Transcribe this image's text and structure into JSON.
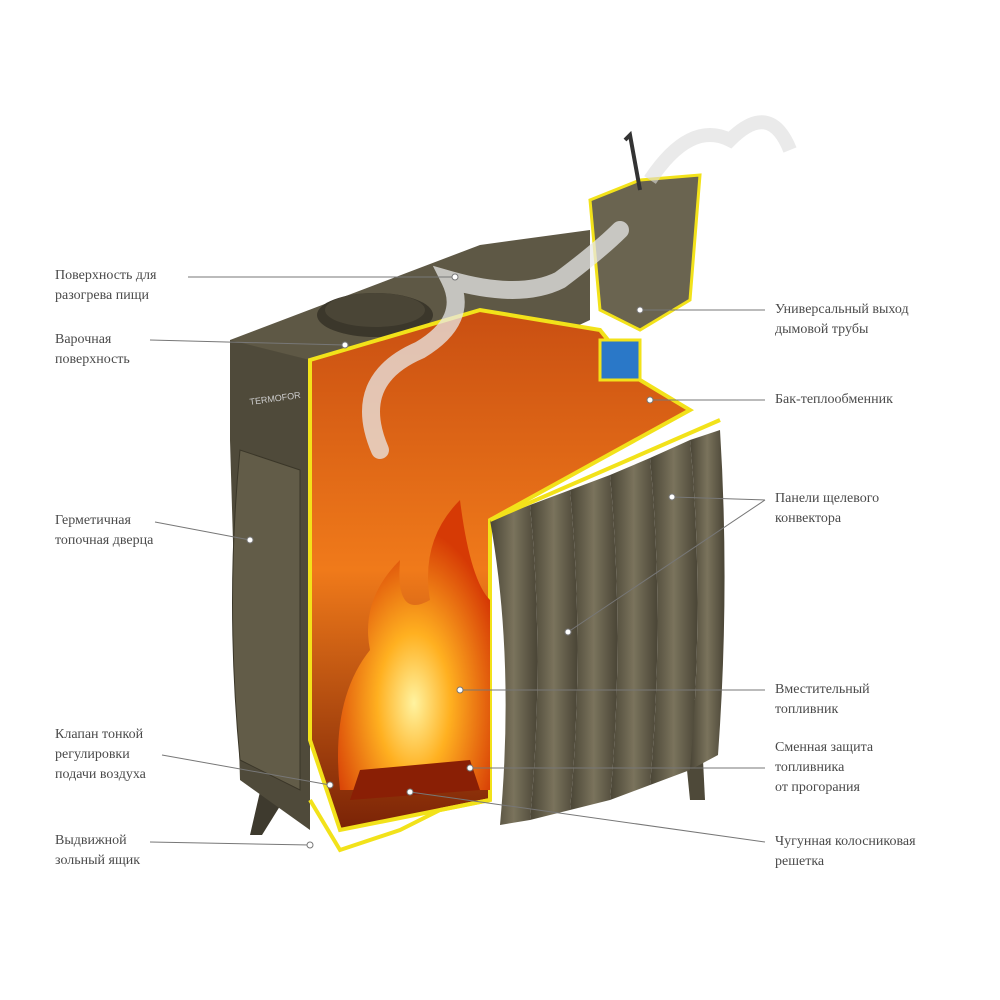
{
  "labels_left": [
    {
      "line1": "Поверхность для",
      "line2": "разогрева пищи"
    },
    {
      "line1": "Варочная",
      "line2": "поверхность"
    },
    {
      "line1": "Герметичная",
      "line2": "топочная дверца"
    },
    {
      "line1": "Клапан тонкой",
      "line2": "регулировки",
      "line3": "подачи воздуха"
    },
    {
      "line1": "Выдвижной",
      "line2": "зольный ящик"
    }
  ],
  "labels_right": [
    {
      "line1": "Универсальный выход",
      "line2": "дымовой трубы"
    },
    {
      "line1": "Бак-теплообменник"
    },
    {
      "line1": "Панели щелевого",
      "line2": "конвектора"
    },
    {
      "line1": "Вместительный",
      "line2": "топливник"
    },
    {
      "line1": "Сменная защита",
      "line2": "топливника",
      "line3": "от прогорания"
    },
    {
      "line1": "Чугунная колосниковая",
      "line2": "решетка"
    }
  ],
  "logo": "TERMOFOR",
  "colors": {
    "body": "#57523f",
    "outline": "#f2e21a",
    "fire": "#f07a10",
    "interior": "#e8661c"
  }
}
